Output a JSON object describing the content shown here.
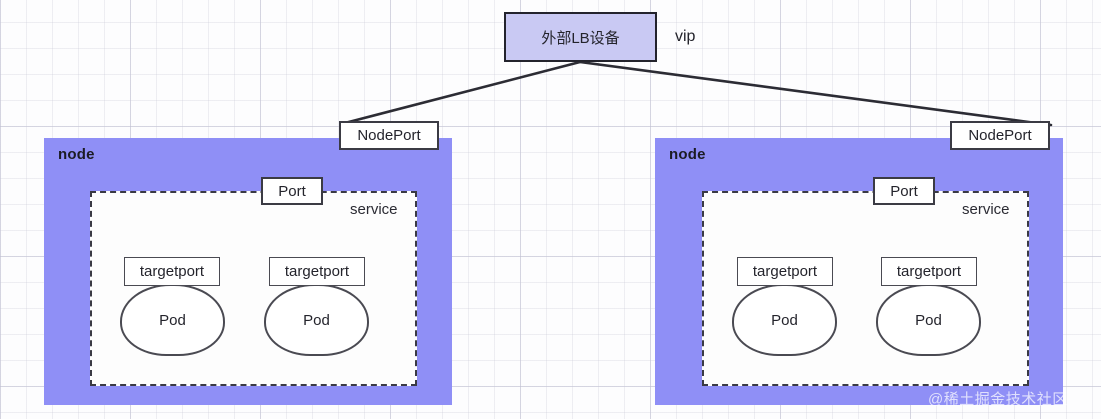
{
  "diagram": {
    "title_box": {
      "label": "外部LB设备"
    },
    "vip_label": "vip",
    "watermark": "@稀土掘金技术社区",
    "colors": {
      "node_fill": "#8f8ff6",
      "lb_fill": "#c9c9f3",
      "stroke": "#3b3b44",
      "service_fill": "#fdfdfd",
      "text": "#24242c"
    },
    "nodes": [
      {
        "node_label": "node",
        "nodeport_label": "NodePort",
        "service_label": "service",
        "port_label": "Port",
        "pods": [
          {
            "targetport_label": "targetport",
            "pod_label": "Pod"
          },
          {
            "targetport_label": "targetport",
            "pod_label": "Pod"
          }
        ]
      },
      {
        "node_label": "node",
        "nodeport_label": "NodePort",
        "service_label": "service",
        "port_label": "Port",
        "pods": [
          {
            "targetport_label": "targetport",
            "pod_label": "Pod"
          },
          {
            "targetport_label": "targetport",
            "pod_label": "Pod"
          }
        ]
      }
    ]
  }
}
